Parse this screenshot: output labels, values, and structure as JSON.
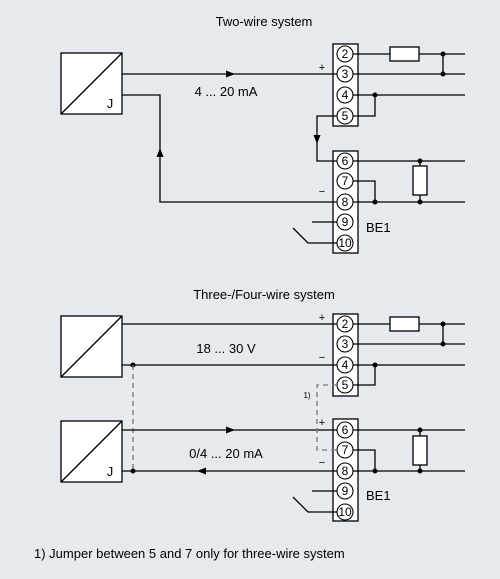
{
  "diagram": {
    "two_wire": {
      "title": "Two-wire system",
      "signal_label": "4 ... 20 mA",
      "transmitter_label": "J",
      "terminal_block": "BE1",
      "plus": "+",
      "minus": "−",
      "terminals_top": [
        "2",
        "3",
        "4",
        "5"
      ],
      "terminals_bottom": [
        "6",
        "7",
        "8",
        "9",
        "10"
      ]
    },
    "three_four_wire": {
      "title": "Three-/Four-wire system",
      "supply_label": "18 ... 30 V",
      "signal_label": "0/4 ... 20 mA",
      "transmitter_label": "J",
      "terminal_block": "BE1",
      "plus": "+",
      "minus": "−",
      "jumper_mark": "1)",
      "terminals_top": [
        "2",
        "3",
        "4",
        "5"
      ],
      "terminals_bottom": [
        "6",
        "7",
        "8",
        "9",
        "10"
      ]
    },
    "footnote": "1) Jumper between 5 and 7 only for three-wire system"
  }
}
